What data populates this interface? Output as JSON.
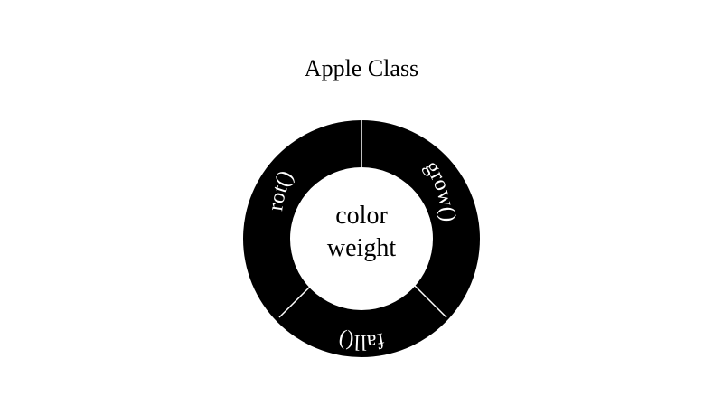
{
  "title": "Apple Class",
  "center": {
    "attributes": [
      "color",
      "weight"
    ]
  },
  "methods": [
    {
      "label": "grow()"
    },
    {
      "label": "fall()"
    },
    {
      "label": "rot()"
    }
  ],
  "colors": {
    "ring": "#000000",
    "ring_text": "#ffffff",
    "center_fill": "#ffffff",
    "divider": "#ffffff"
  }
}
